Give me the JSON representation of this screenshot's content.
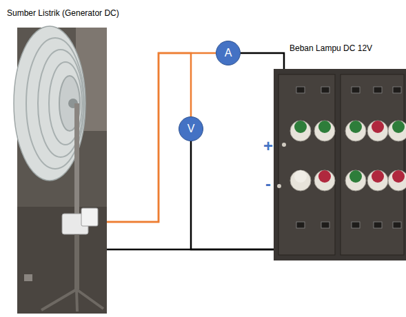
{
  "diagram": {
    "nodes": [
      {
        "text": [
          "Sumber Listrik (Generator DC)"
        ]
      },
      {
        "text": [
          "A"
        ]
      },
      {
        "text": [
          "V"
        ]
      },
      {
        "text": [
          "Beban Lampu DC 12V"
        ]
      }
    ],
    "edges": [
      {
        "from": 0,
        "to": 1,
        "arrow": "none"
      },
      {
        "from": 1,
        "to": 3,
        "arrow": "none"
      },
      {
        "from": 2,
        "to": 0,
        "arrow": "none"
      },
      {
        "from": 2,
        "to": 3,
        "arrow": "none"
      },
      {
        "from": 0,
        "to": 3,
        "arrow": "none"
      }
    ],
    "labels": [
      "+",
      "-"
    ]
  }
}
